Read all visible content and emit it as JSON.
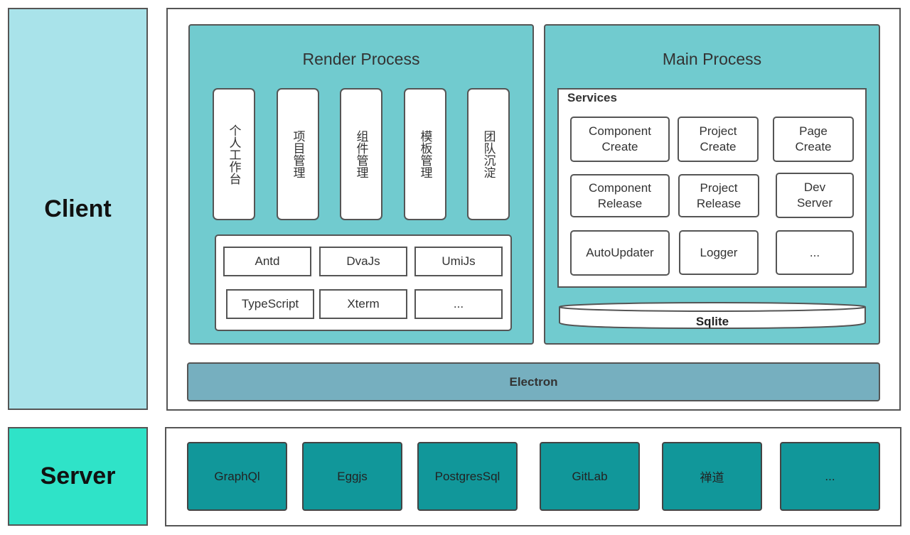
{
  "layers": {
    "client": "Client",
    "server": "Server"
  },
  "render_process": {
    "title": "Render Process",
    "modules": [
      "个人工作台",
      "项目管理",
      "组件管理",
      "模板管理",
      "团队沉淀"
    ],
    "libraries": [
      "Antd",
      "DvaJs",
      "UmiJs",
      "TypeScript",
      "Xterm",
      "..."
    ]
  },
  "main_process": {
    "title": "Main Process",
    "services_label": "Services",
    "services": [
      [
        "Component",
        "Create"
      ],
      [
        "Project",
        "Create"
      ],
      [
        "Page",
        "Create"
      ],
      [
        "Component",
        "Release"
      ],
      [
        "Project",
        "Release"
      ],
      [
        "Dev",
        "Server"
      ],
      [
        "AutoUpdater"
      ],
      [
        "Logger"
      ],
      [
        "..."
      ]
    ],
    "storage": "Sqlite"
  },
  "runtime": "Electron",
  "server_components": [
    "GraphQl",
    "Eggjs",
    "PostgresSql",
    "GitLab",
    "禅道",
    "..."
  ],
  "colors": {
    "client_layer": "#a9e3ea",
    "server_layer": "#2fe3c8",
    "process_bg": "#71cbcf",
    "electron_bar": "#76afbf",
    "server_box": "#11979a",
    "border": "#555555"
  }
}
